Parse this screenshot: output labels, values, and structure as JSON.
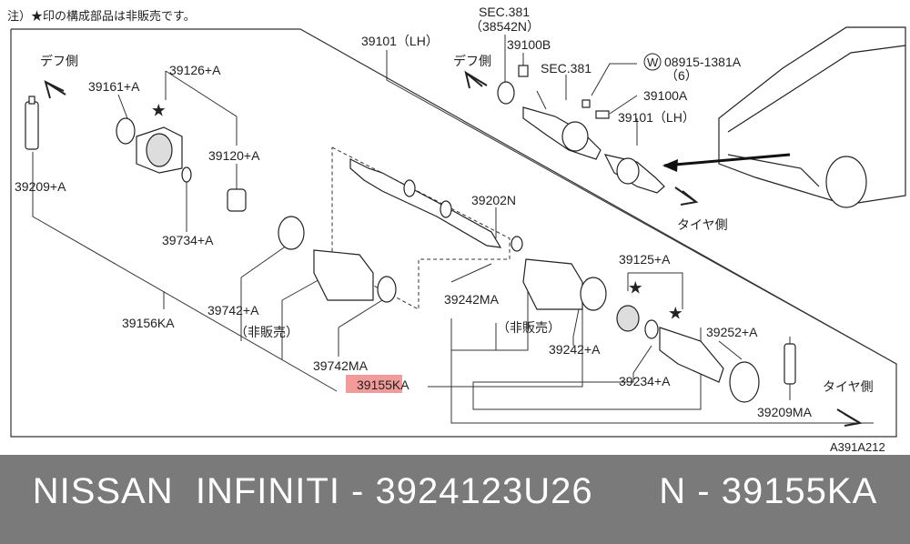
{
  "note": "注）★印の構成部品は非販売です。",
  "side_labels": {
    "diff_left": "デフ側",
    "diff_right": "デフ側",
    "tire_top": "タイヤ側",
    "tire_right": "タイヤ側"
  },
  "parts": {
    "p39161A": "39161+A",
    "p39126A": "39126+A",
    "p39120A": "39120+A",
    "p39209A": "39209+A",
    "p39734A": "39734+A",
    "p39742A": "39742+A",
    "hibai1": "（非販売）",
    "p39156KA": "39156KA",
    "p39742MA": "39742MA",
    "p39155KA": "39155KA",
    "p39101LH": "39101（LH）",
    "sec381a": "SEC.381",
    "sec381a_sub": "（38542N）",
    "p39100B": "39100B",
    "sec381b": "SEC.381",
    "w_circle": "W",
    "w_part": "08915-1381A",
    "w_qty": "（6）",
    "p39100A": "39100A",
    "p39101LH2": "39101（LH）",
    "p39202N": "39202N",
    "p39242MA": "39242MA",
    "hibai2": "（非販売）",
    "p39242A": "39242+A",
    "p39125A": "39125+A",
    "p39252A": "39252+A",
    "p39234A": "39234+A",
    "p39209MA": "39209MA",
    "diagram_code": "A391A212"
  },
  "highlight_color": "#f08a8a",
  "footer": {
    "text": "NISSAN  INFINITI - 3924123U26      N - 39155KA"
  }
}
